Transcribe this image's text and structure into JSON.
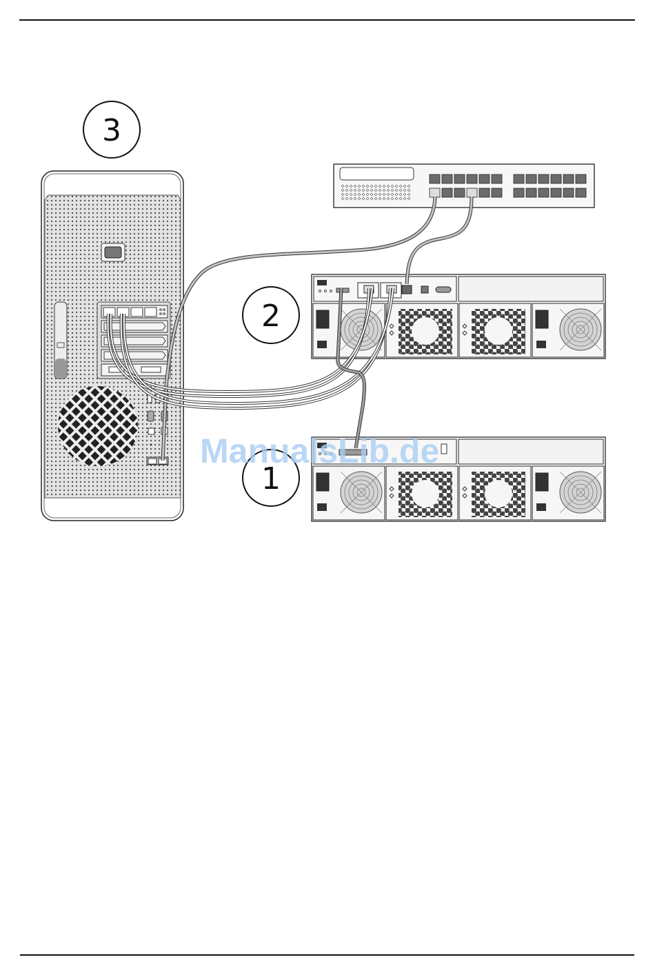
{
  "document": {
    "type": "manual-page-figure",
    "description": "Cabling diagram: tower computer (3) connected to network switch and two rack storage enclosures (2 and 1)"
  },
  "callouts": [
    {
      "id": "callout-3",
      "label": "3",
      "refers_to": "tower computer"
    },
    {
      "id": "callout-2",
      "label": "2",
      "refers_to": "upper storage enclosure (with controller)"
    },
    {
      "id": "callout-1",
      "label": "1",
      "refers_to": "lower storage expansion enclosure"
    }
  ],
  "components": {
    "switch": {
      "name": "network-switch",
      "ports_per_row": 12,
      "rows": 2,
      "connected_ports": [
        1,
        4
      ]
    },
    "tower": {
      "name": "tower-computer",
      "pci_card_ports": 4,
      "connected_card_ports": 2
    },
    "enclosure_upper": {
      "name": "storage-enclosure-controller",
      "modules": [
        "power-supply-fan",
        "fan-module",
        "fan-module",
        "power-supply-fan"
      ]
    },
    "enclosure_lower": {
      "name": "storage-enclosure-expansion",
      "modules": [
        "power-supply-fan",
        "fan-module",
        "fan-module",
        "power-supply-fan"
      ]
    }
  },
  "cables": [
    {
      "from": "switch port 1",
      "to": "tower ethernet port",
      "type": "ethernet"
    },
    {
      "from": "switch port 4",
      "to": "upper enclosure management port",
      "type": "ethernet"
    },
    {
      "from": "tower card port 1",
      "to": "upper enclosure host port 1",
      "type": "fibre"
    },
    {
      "from": "tower card port 2",
      "to": "upper enclosure host port 2",
      "type": "fibre"
    },
    {
      "from": "upper enclosure expansion port",
      "to": "lower enclosure input port",
      "type": "sas"
    }
  ],
  "watermark": {
    "text": "ManualsLib.de",
    "color": "#a9cdf2"
  },
  "colors": {
    "line": "#111111",
    "panel": "#e6e6e6",
    "cable": "#bdbdbd",
    "port": "#6b6b6b"
  }
}
